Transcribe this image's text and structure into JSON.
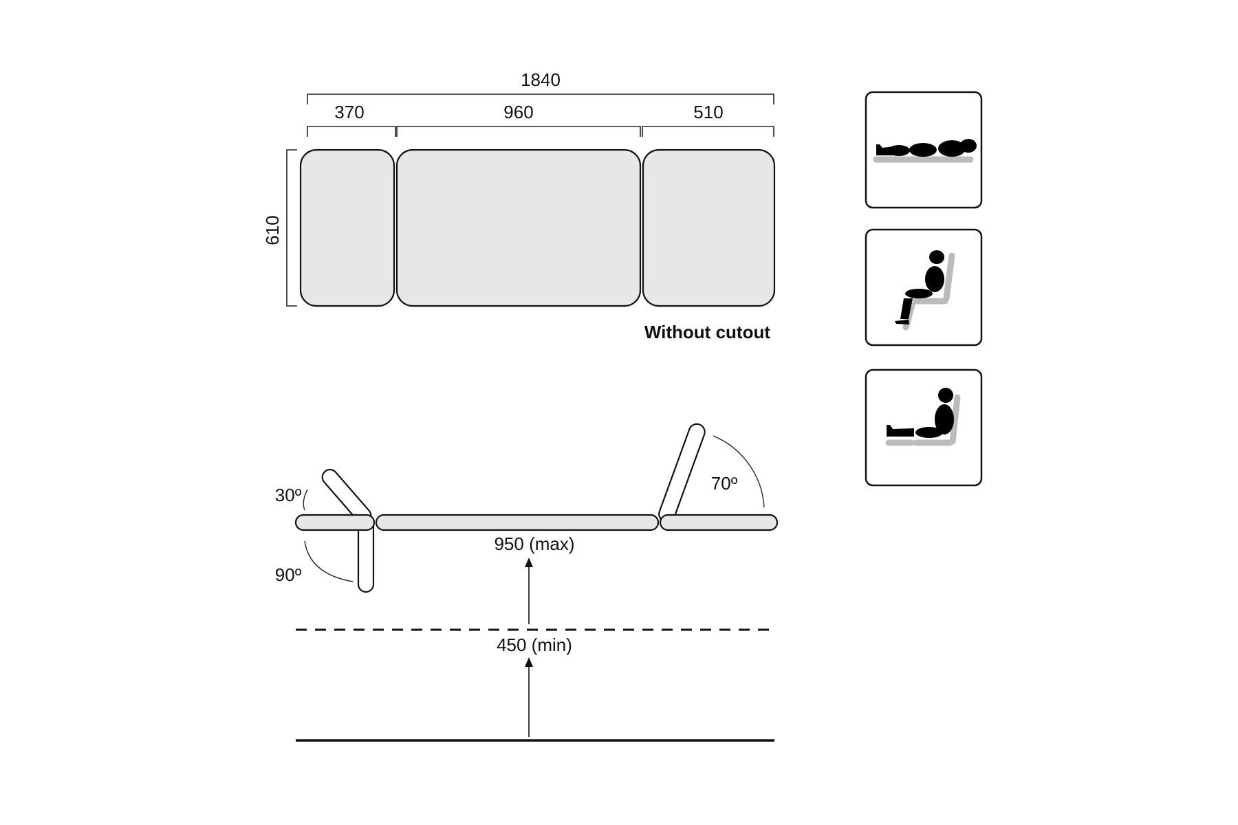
{
  "top_view": {
    "total_length": "1840",
    "sections": [
      "370",
      "960",
      "510"
    ],
    "width": "610",
    "caption": "Without cutout"
  },
  "side_view": {
    "angle_head_up": "30º",
    "angle_head_down": "90º",
    "angle_back": "70º",
    "height_max": "950 (max)",
    "height_min": "450 (min)"
  },
  "position_icons": [
    "lying-flat-icon",
    "sitting-chair-icon",
    "reclined-sitting-icon"
  ],
  "colors": {
    "pad_fill": "#e6e8e6",
    "mattress_gray": "#bbbbbb",
    "line": "#111111"
  }
}
